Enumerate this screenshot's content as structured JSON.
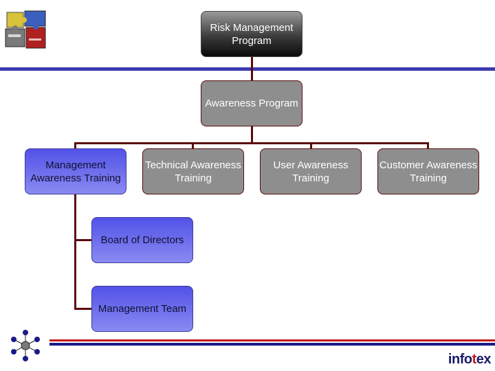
{
  "nodes": {
    "root": "Risk Management Program",
    "awareness": "Awareness Program",
    "management": "Management Awareness Training",
    "technical": "Technical Awareness Training",
    "user": "User Awareness Training",
    "customer": "Customer Awareness Training",
    "board": "Board of Directors",
    "mgmt_team": "Management Team"
  },
  "branding": {
    "logo_text_prefix": "info",
    "logo_text_accent": "t",
    "logo_text_suffix": "ex"
  },
  "colors": {
    "dark_box": "#1a1a1a",
    "gray_box": "#8e8e8e",
    "blue_box": "#6a6af0",
    "connector": "#5a0a0a",
    "rule_blue": "#3a3ab0",
    "rule_red": "#c01818"
  }
}
